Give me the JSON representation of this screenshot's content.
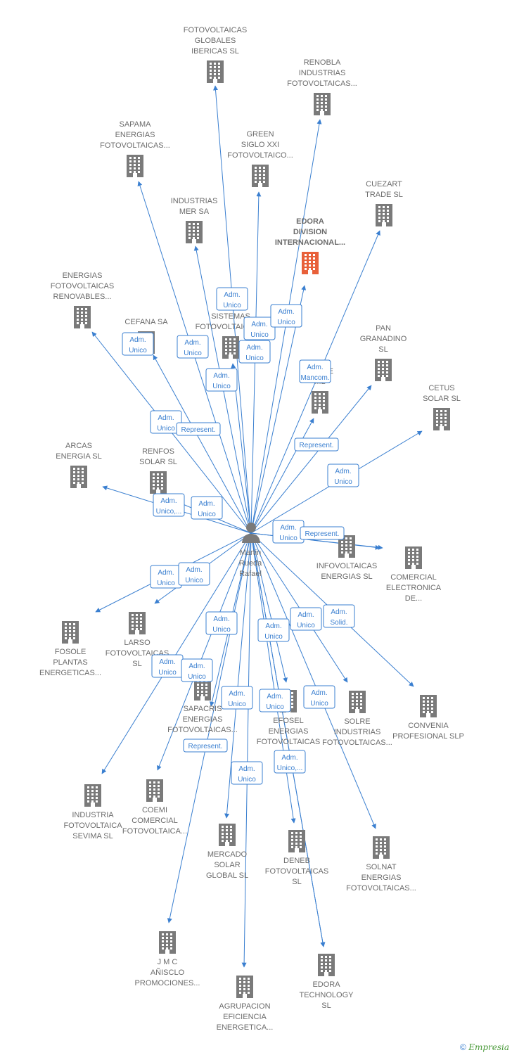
{
  "colors": {
    "edge": "#3a7fd0",
    "building": "#7a7a7a",
    "building_highlight": "#e8603a",
    "label": "#6b6b6b",
    "person": "#7a7a7a"
  },
  "center": {
    "icon": "person-icon",
    "label": [
      "Martin",
      "Rueda",
      "Rafael"
    ]
  },
  "nodes": [
    {
      "id": "fotovoltaicas-globales",
      "label": [
        "FOTOVOLTAICAS",
        "GLOBALES",
        "IBERICAS  SL"
      ]
    },
    {
      "id": "renobla",
      "label": [
        "RENOBLA",
        "INDUSTRIAS",
        "FOTOVOLTAICAS..."
      ]
    },
    {
      "id": "sapama",
      "label": [
        "SAPAMA",
        "ENERGIAS",
        "FOTOVOLTAICAS..."
      ]
    },
    {
      "id": "green-siglo",
      "label": [
        "GREEN",
        "SIGLO XXI",
        "FOTOVOLTAICO..."
      ]
    },
    {
      "id": "cuezart",
      "label": [
        "CUEZART",
        "TRADE SL"
      ]
    },
    {
      "id": "industrias-mer",
      "label": [
        "INDUSTRIAS",
        "MER SA"
      ]
    },
    {
      "id": "edora-division",
      "label": [
        "EDORA",
        "DIVISION",
        "INTERNACIONAL..."
      ],
      "highlight": true
    },
    {
      "id": "energias-renovables",
      "label": [
        "ENERGIAS",
        "FOTOVOLTAICAS",
        "RENOVABLES..."
      ]
    },
    {
      "id": "cefana",
      "label": [
        "CEFANA SA"
      ]
    },
    {
      "id": "sistemas-fotovoltaicos",
      "label": [
        "E...",
        "SISTEMAS",
        "FOTOVOLTAICOS..."
      ]
    },
    {
      "id": "pan-granadino",
      "label": [
        "PAN",
        "GRANADINO",
        "SL"
      ]
    },
    {
      "id": "enere",
      "label": [
        "ENERE",
        "...L"
      ]
    },
    {
      "id": "cetus",
      "label": [
        "CETUS",
        "SOLAR SL"
      ]
    },
    {
      "id": "arcas",
      "label": [
        "ARCAS",
        "ENERGIA  SL"
      ]
    },
    {
      "id": "renfos",
      "label": [
        "RENFOS",
        "SOLAR  SL"
      ]
    },
    {
      "id": "infovoltaicas",
      "label": [
        "INFOVOLTAICAS",
        "ENERGIAS  SL"
      ]
    },
    {
      "id": "comercial-electronica",
      "label": [
        "COMERCIAL",
        "ELECTRONICA",
        "DE..."
      ]
    },
    {
      "id": "fosole",
      "label": [
        "FOSOLE",
        "PLANTAS",
        "ENERGETICAS..."
      ]
    },
    {
      "id": "larso",
      "label": [
        "LARSO",
        "FOTOVOLTAICAS",
        "SL"
      ]
    },
    {
      "id": "sapacris",
      "label": [
        "SAPACRIS",
        "ENERGIAS",
        "FOTOVOLTAICAS..."
      ]
    },
    {
      "id": "efosel",
      "label": [
        "EFOSEL",
        "ENERGIAS",
        "FOTOVOLTAICAS"
      ]
    },
    {
      "id": "solre",
      "label": [
        "SOLRE",
        "INDUSTRIAS",
        "FOTOVOLTAICAS..."
      ]
    },
    {
      "id": "convenia",
      "label": [
        "CONVENIA",
        "PROFESIONAL SLP"
      ]
    },
    {
      "id": "industria-sevima",
      "label": [
        "INDUSTRIA",
        "FOTOVOLTAICA",
        "SEVIMA  SL"
      ]
    },
    {
      "id": "coemi",
      "label": [
        "COEMI",
        "COMERCIAL",
        "FOTOVOLTAICA..."
      ]
    },
    {
      "id": "mercado-solar",
      "label": [
        "MERCADO",
        "SOLAR",
        "GLOBAL  SL"
      ]
    },
    {
      "id": "deneb",
      "label": [
        "DENEB",
        "FOTOVOLTAICAS",
        "SL"
      ]
    },
    {
      "id": "solnat",
      "label": [
        "SOLNAT",
        "ENERGIAS",
        "FOTOVOLTAICAS..."
      ]
    },
    {
      "id": "jmc",
      "label": [
        "J M C",
        "AÑISCLO",
        "PROMOCIONES..."
      ]
    },
    {
      "id": "agrupacion",
      "label": [
        "AGRUPACION",
        "EFICIENCIA",
        "ENERGETICA..."
      ]
    },
    {
      "id": "edora-technology",
      "label": [
        "EDORA",
        "TECHNOLOGY",
        "SL"
      ]
    }
  ],
  "relations": [
    {
      "target": "fotovoltaicas-globales",
      "label": [
        "Adm.",
        "Unico"
      ]
    },
    {
      "target": "renobla",
      "label": [
        "Adm.",
        "Unico"
      ]
    },
    {
      "target": "sapama",
      "label": [
        "Adm.",
        "Unico"
      ]
    },
    {
      "target": "green-siglo",
      "label": [
        "Adm.",
        "Unico"
      ]
    },
    {
      "target": "cuezart",
      "label": [
        "Adm.",
        "Unico"
      ]
    },
    {
      "target": "industrias-mer",
      "label": [
        "Adm.",
        "Unico"
      ]
    },
    {
      "target": "edora-division",
      "label": [
        "Adm.",
        "Unico"
      ]
    },
    {
      "target": "energias-renovables",
      "label": [
        "Adm.",
        "Unico"
      ]
    },
    {
      "target": "cefana",
      "label": [
        "Represent."
      ]
    },
    {
      "target": "sistemas-fotovoltaicos",
      "label": [
        "Adm.",
        "Unico"
      ]
    },
    {
      "target": "pan-granadino",
      "label": [
        "Adm.",
        "Unico"
      ]
    },
    {
      "target": "enere",
      "label": [
        "Adm.",
        "Mancom."
      ]
    },
    {
      "target": "enere",
      "label": [
        "Represent."
      ]
    },
    {
      "target": "cetus",
      "label": [
        "Adm.",
        "Unico"
      ]
    },
    {
      "target": "arcas",
      "label": [
        "Adm.",
        "Unico,..."
      ]
    },
    {
      "target": "renfos",
      "label": [
        "Adm.",
        "Unico"
      ]
    },
    {
      "target": "infovoltaicas",
      "label": [
        "Adm.",
        "Unico"
      ]
    },
    {
      "target": "comercial-electronica",
      "label": [
        "Represent."
      ]
    },
    {
      "target": "fosole",
      "label": [
        "Adm.",
        "Unico"
      ]
    },
    {
      "target": "larso",
      "label": [
        "Adm.",
        "Unico"
      ]
    },
    {
      "target": "sapacris",
      "label": [
        "Adm.",
        "Unico"
      ]
    },
    {
      "target": "efosel",
      "label": [
        "Adm.",
        "Unico"
      ]
    },
    {
      "target": "solre",
      "label": [
        "Adm.",
        "Unico"
      ]
    },
    {
      "target": "convenia",
      "label": [
        "Adm.",
        "Solid."
      ]
    },
    {
      "target": "industria-sevima",
      "label": [
        "Adm.",
        "Unico"
      ]
    },
    {
      "target": "coemi",
      "label": [
        "Adm.",
        "Unico"
      ]
    },
    {
      "target": "mercado-solar",
      "label": [
        "Adm.",
        "Unico"
      ]
    },
    {
      "target": "deneb",
      "label": [
        "Adm.",
        "Unico"
      ]
    },
    {
      "target": "solnat",
      "label": [
        "Adm.",
        "Unico"
      ]
    },
    {
      "target": "jmc",
      "label": [
        "Represent."
      ]
    },
    {
      "target": "agrupacion",
      "label": [
        "Adm.",
        "Unico"
      ]
    },
    {
      "target": "edora-technology",
      "label": [
        "Adm.",
        "Unico,..."
      ]
    }
  ],
  "copyright": {
    "symbol": "©",
    "brand": "Empresia"
  }
}
